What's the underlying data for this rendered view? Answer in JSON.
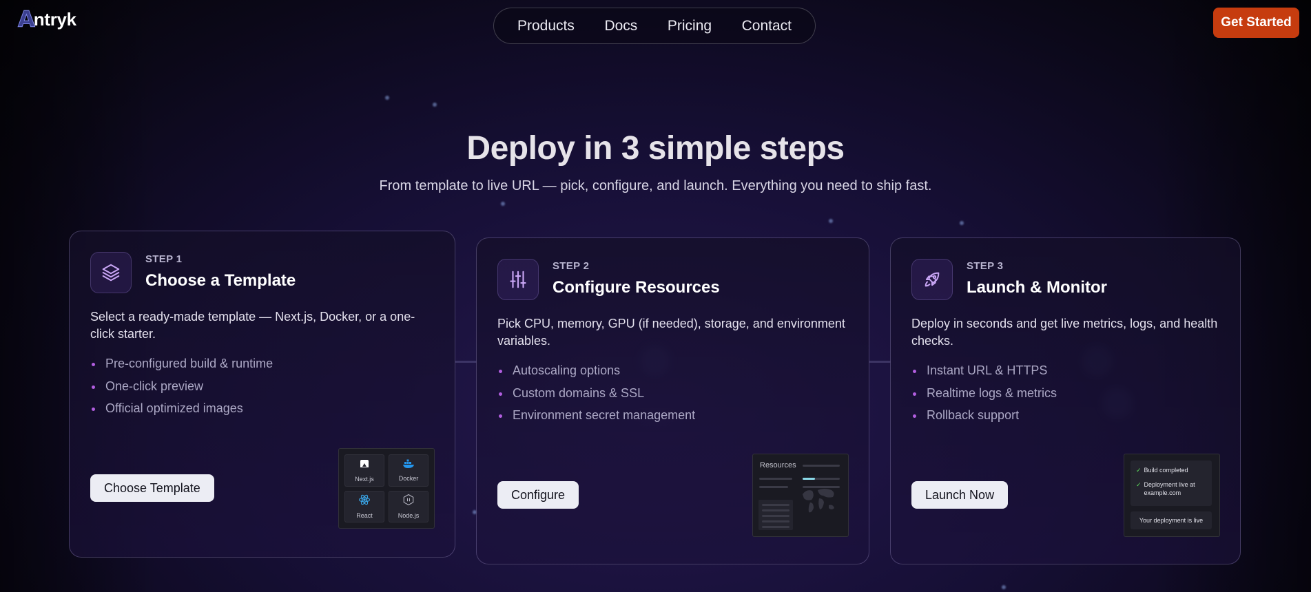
{
  "header": {
    "logo": {
      "mark": "A",
      "text": "ntryk"
    },
    "nav": [
      "Products",
      "Docs",
      "Pricing",
      "Contact"
    ],
    "cta": "Get Started"
  },
  "hero": {
    "title": "Deploy in 3 simple steps",
    "subtitle": "From template to live URL — pick, configure, and launch. Everything you need to ship fast."
  },
  "steps": [
    {
      "label": "STEP 1",
      "title": "Choose a Template",
      "description": "Select a ready-made template — Next.js, Docker, or a one-click starter.",
      "bullets": [
        "Pre-configured build & runtime",
        "One-click preview",
        "Official optimized images"
      ],
      "button": "Choose Template",
      "icon": "layers-icon",
      "thumbnail": {
        "items": [
          "Next.js",
          "Docker",
          "React",
          "Node.js"
        ]
      }
    },
    {
      "label": "STEP 2",
      "title": "Configure Resources",
      "description": "Pick CPU, memory, GPU (if needed), storage, and environment variables.",
      "bullets": [
        "Autoscaling options",
        "Custom domains & SSL",
        "Environment secret management"
      ],
      "button": "Configure",
      "icon": "sliders-icon",
      "thumbnail": {
        "title": "Resources"
      }
    },
    {
      "label": "STEP 3",
      "title": "Launch & Monitor",
      "description": "Deploy in seconds and get live metrics, logs, and health checks.",
      "bullets": [
        "Instant URL & HTTPS",
        "Realtime logs & metrics",
        "Rollback support"
      ],
      "button": "Launch Now",
      "icon": "rocket-icon",
      "thumbnail": {
        "lines": [
          "Build completed",
          "Deployment live at example.com"
        ],
        "status": "Your deployment is live"
      }
    }
  ],
  "colors": {
    "accent": "#c63c0f",
    "bullet": "#b25ee0",
    "icon": "#c9a6f5"
  }
}
